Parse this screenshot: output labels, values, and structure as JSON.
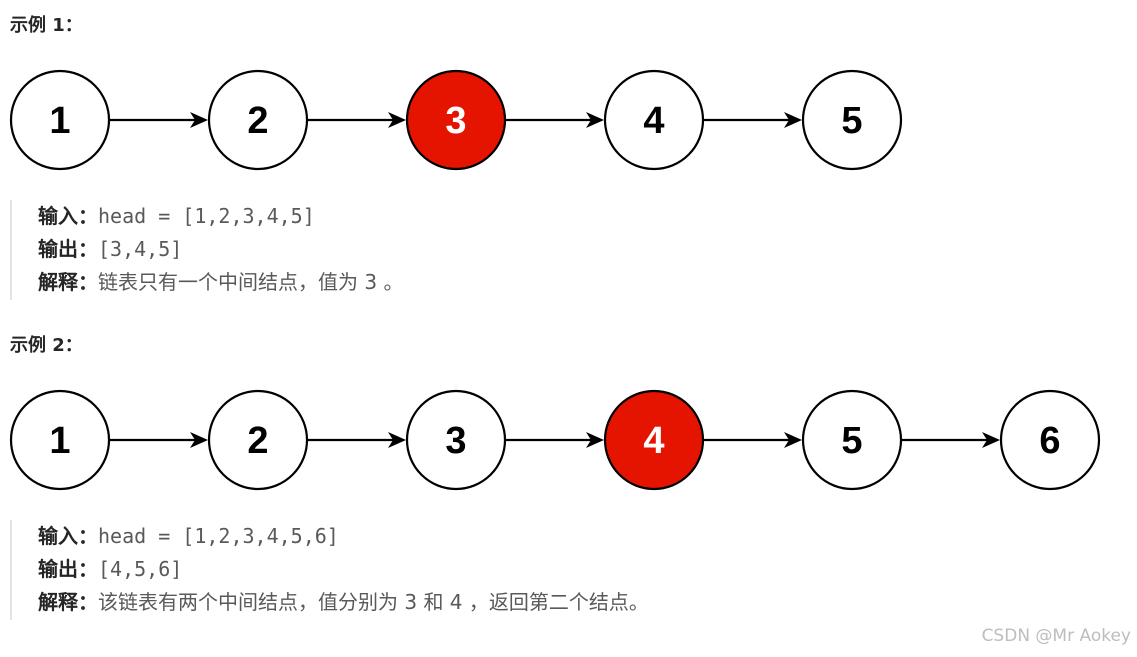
{
  "examples": [
    {
      "title": "示例 1：",
      "nodes": [
        {
          "label": "1",
          "highlight": false
        },
        {
          "label": "2",
          "highlight": false
        },
        {
          "label": "3",
          "highlight": true
        },
        {
          "label": "4",
          "highlight": false
        },
        {
          "label": "5",
          "highlight": false
        }
      ],
      "input_label": "输入：",
      "input_value": "head = [1,2,3,4,5]",
      "output_label": "输出：",
      "output_value": "[3,4,5]",
      "explain_label": "解释：",
      "explain_value": "链表只有一个中间结点，值为 3 。"
    },
    {
      "title": "示例 2：",
      "nodes": [
        {
          "label": "1",
          "highlight": false
        },
        {
          "label": "2",
          "highlight": false
        },
        {
          "label": "3",
          "highlight": false
        },
        {
          "label": "4",
          "highlight": true
        },
        {
          "label": "5",
          "highlight": false
        },
        {
          "label": "6",
          "highlight": false
        }
      ],
      "input_label": "输入：",
      "input_value": "head = [1,2,3,4,5,6]",
      "output_label": "输出：",
      "output_value": "[4,5,6]",
      "explain_label": "解释：",
      "explain_value": "该链表有两个中间结点，值分别为 3 和 4 ，返回第二个结点。"
    }
  ],
  "colors": {
    "highlight": "#e51400",
    "node_fill": "#ffffff",
    "stroke": "#000000"
  },
  "watermark": "CSDN @Mr  Aokey"
}
